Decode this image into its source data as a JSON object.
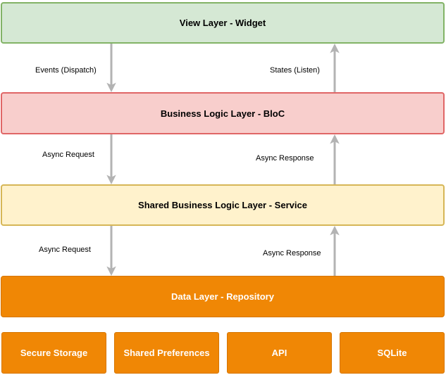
{
  "layers": {
    "view": "View Layer - Widget",
    "bloc": "Business Logic Layer - BloC",
    "service": "Shared Business Logic Layer - Service",
    "data": "Data Layer - Repository"
  },
  "connectors": {
    "events": "Events (Dispatch)",
    "states": "States (Listen)",
    "request_bloc": "Async Request",
    "response_bloc": "Async Response",
    "request_service": "Async Request",
    "response_service": "Async Response"
  },
  "data_sources": {
    "secure_storage": "Secure Storage",
    "shared_preferences": "Shared Preferences",
    "api": "API",
    "sqlite": "SQLite"
  },
  "colors": {
    "view_fill": "#d5e8d4",
    "view_stroke": "#82b366",
    "bloc_fill": "#f8cecc",
    "bloc_stroke": "#e06666",
    "service_fill": "#fff2cc",
    "service_stroke": "#d6b656",
    "data_fill": "#f08705",
    "arrow": "#b3b3b3"
  }
}
